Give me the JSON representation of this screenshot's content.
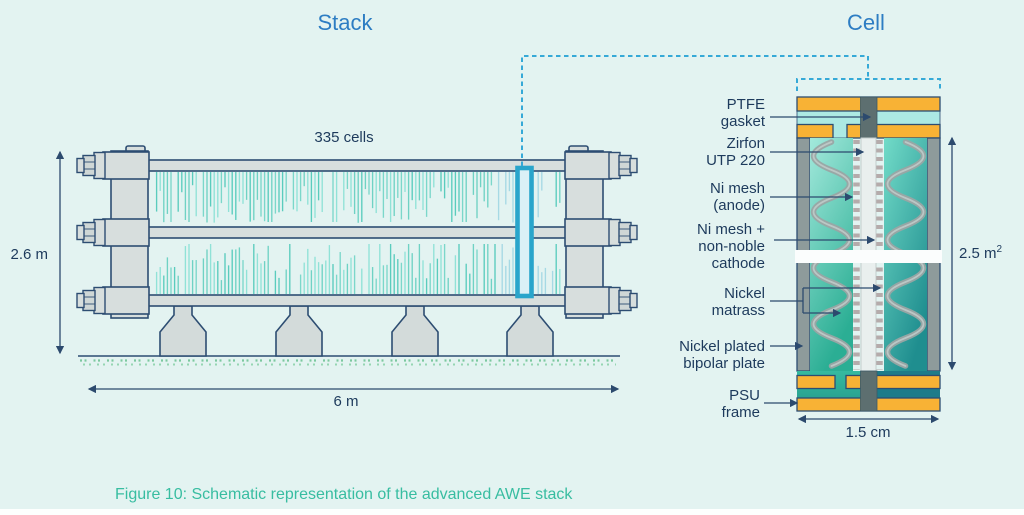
{
  "titles": {
    "stack": "Stack",
    "cell": "Cell"
  },
  "stack": {
    "cells_count_label": "335 cells",
    "height_dimension": "2.6 m",
    "length_dimension": "6 m"
  },
  "cell": {
    "component_labels": {
      "ptfe_gasket": "PTFE\ngasket",
      "zirfon": "Zirfon\nUTP 220",
      "ni_mesh_anode": "Ni mesh\n(anode)",
      "ni_mesh_cathode": "Ni mesh +\nnon-noble\ncathode",
      "nickel_matrass": "Nickel\nmatrass",
      "bipolar_plate": "Nickel plated\nbipolar plate",
      "psu_frame": "PSU\nframe"
    },
    "area_dimension": "2.5 m",
    "area_exponent": "2",
    "width_dimension": "1.5 cm"
  },
  "caption": "Figure 10: Schematic representation of the advanced AWE stack",
  "colors": {
    "background": "#e3f3f1",
    "accent_blue": "#2d7dc3",
    "caption_teal": "#38bda1",
    "label_navy": "#1d3a5c",
    "outline_navy": "#2d4d72",
    "steel_gray": "#d7dedd",
    "orange": "#f8b235",
    "gasket_cyan": "#ace9e4",
    "highlight_cyan": "#29a5cb",
    "dashed_blue": "#36a9d7",
    "chamber_teal_light": "#a3e9dc",
    "chamber_teal_dark": "#1f8e8f",
    "wall_gray": "#8e9b9b",
    "spring_gray": "#9aa5a4",
    "mesh_gray": "#b5abab",
    "ground_green": "#7cc89f"
  }
}
